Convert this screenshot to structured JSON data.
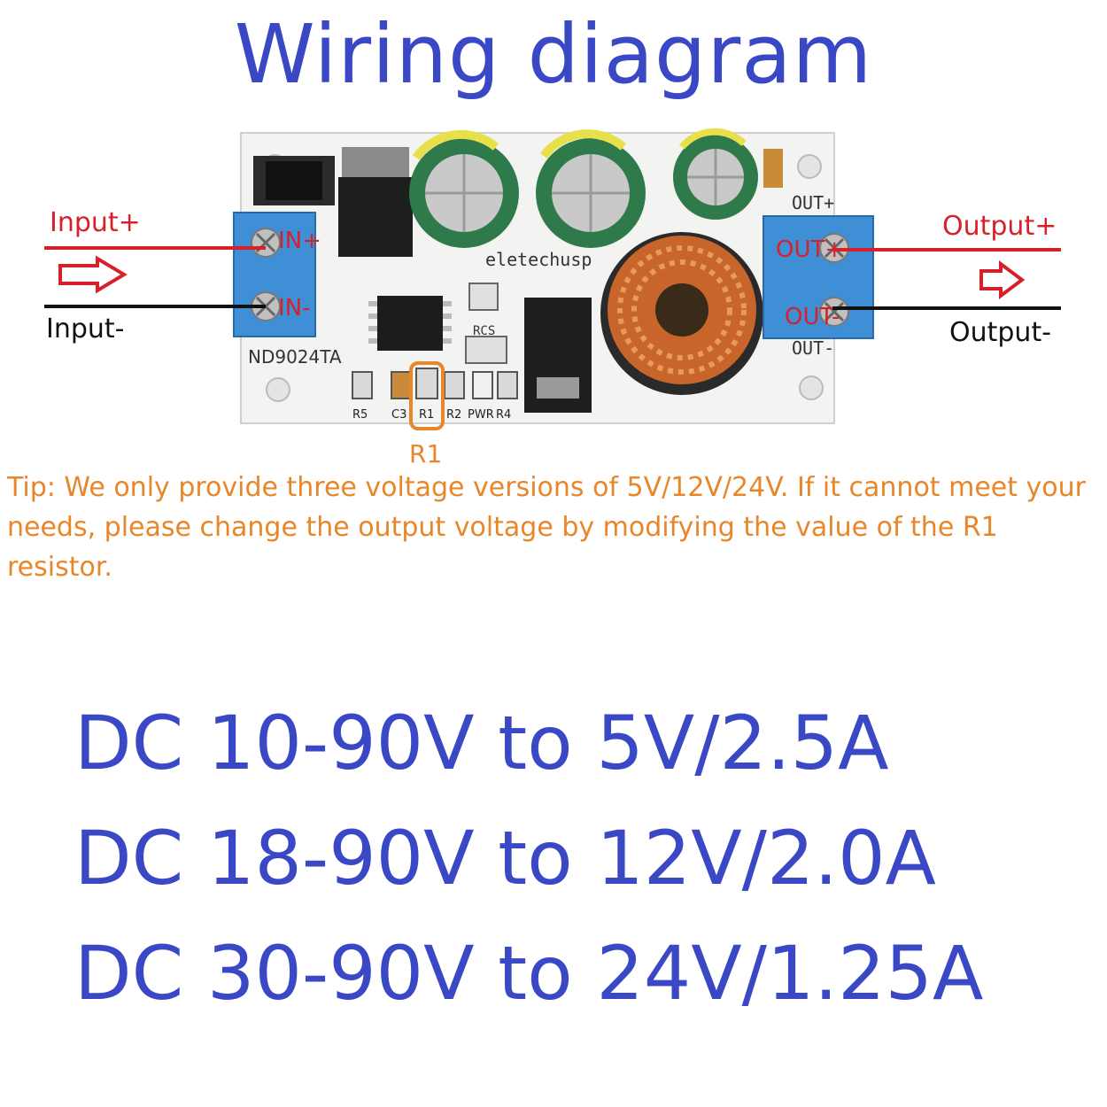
{
  "title": "Wiring diagram",
  "labels": {
    "input_plus": "Input+",
    "input_minus": "Input-",
    "output_plus": "Output+",
    "output_minus": "Output-",
    "r1_callout": "R1"
  },
  "board": {
    "model": "ND9024TA",
    "brand": "eletechusp",
    "in_plus": "IN+",
    "in_minus": "IN-",
    "out_plus": "OUT+",
    "out_minus": "OUT-",
    "rcs": "RCS",
    "silk_out_plus": "OUT+",
    "silk_out_minus": "OUT-",
    "silk_in": "IN+ IN-",
    "components": [
      "R5",
      "C3",
      "R1",
      "R2",
      "PWR",
      "R4"
    ]
  },
  "tip": "Tip: We only provide three voltage versions of 5V/12V/24V. If it cannot meet your needs, please change the output voltage by modifying the value of the R1 resistor.",
  "specs": [
    "DC 10-90V to 5V/2.5A",
    "DC 18-90V to 12V/2.0A",
    "DC 30-90V to 24V/1.25A"
  ],
  "colors": {
    "title": "#3a48c6",
    "tip": "#e8862a",
    "wire_positive": "#d8202a",
    "wire_negative": "#111111",
    "terminal": "#3f8fd6",
    "capacitor": "#2f7a4a",
    "inductor": "#c8652a"
  }
}
